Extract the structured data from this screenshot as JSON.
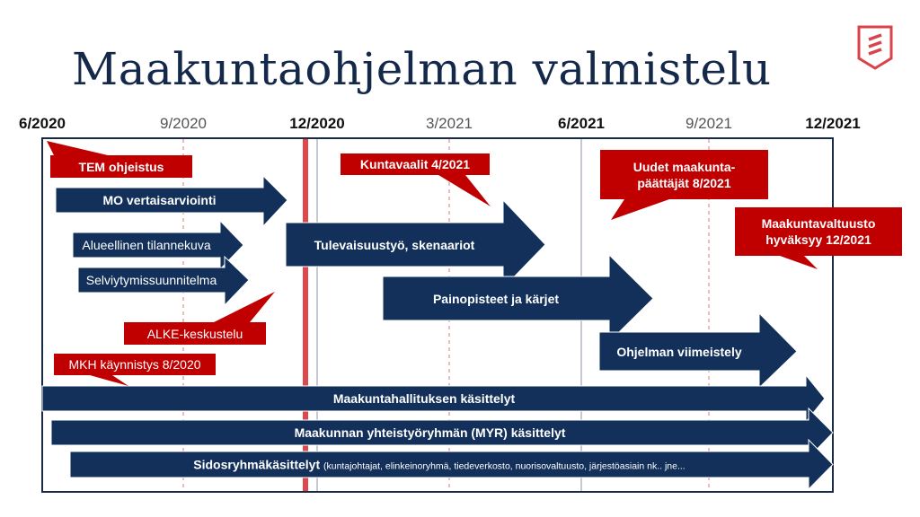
{
  "title": "Maakuntaohjelman valmistelu",
  "colors": {
    "navy": "#12305a",
    "red": "#c00000",
    "redline": "#e0474c",
    "frame": "#1b2a44"
  },
  "logo": {
    "icon": "shield-stripes-icon",
    "color": "#d9434a"
  },
  "timeline": {
    "ticks": [
      {
        "label": "6/2020",
        "major": true
      },
      {
        "label": "9/2020",
        "major": false
      },
      {
        "label": "12/2020",
        "major": true
      },
      {
        "label": "3/2021",
        "major": false
      },
      {
        "label": "6/2021",
        "major": true
      },
      {
        "label": "9/2021",
        "major": false
      },
      {
        "label": "12/2021",
        "major": true
      }
    ]
  },
  "arrows": [
    {
      "label": "MO vertaisarviointi"
    },
    {
      "label": "Alueellinen tilannekuva"
    },
    {
      "label": "Selviytymissuunnitelma"
    },
    {
      "label": "Tulevaisuustyö, skenaariot"
    },
    {
      "label": "Painopisteet ja kärjet"
    },
    {
      "label": "Ohjelman viimeistely"
    },
    {
      "label": "Maakuntahallituksen käsittelyt"
    },
    {
      "label": "Maakunnan yhteistyöryhmän (MYR) käsittelyt"
    },
    {
      "label": "Sidosryhmäkäsittelyt",
      "note": "(kuntajohtajat, elinkeinoryhmä, tiedeverkosto, nuorisovaltuusto, järjestöasiain nk.. jne..."
    }
  ],
  "callouts": [
    {
      "label": "TEM ohjeistus"
    },
    {
      "label": "Kuntavaalit 4/2021"
    },
    {
      "label": "Uudet maakunta-",
      "label2": "päättäjät 8/2021"
    },
    {
      "label": "Maakuntavaltuusto",
      "label2": "hyväksyy 12/2021"
    },
    {
      "label": "ALKE-keskustelu"
    },
    {
      "label": "MKH käynnistys 8/2020"
    }
  ]
}
